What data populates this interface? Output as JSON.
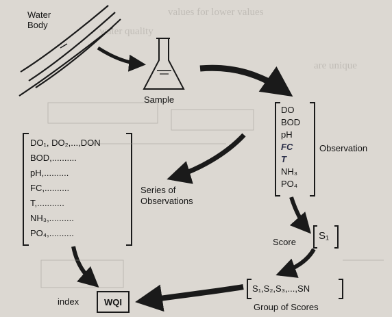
{
  "nodes": {
    "water_body": "Water\nBody",
    "sample": "Sample",
    "observation": "Observation",
    "series": "Series of\nObservations",
    "score": "Score",
    "group": "Group of Scores",
    "index": "index"
  },
  "observation_params": [
    "DO",
    "BOD",
    "pH",
    "FC",
    "T",
    "NH₃",
    "PO₄"
  ],
  "series_list": [
    "DO₁, DO₂,...,DON",
    "BOD,..........",
    "pH,..........",
    "FC,..........",
    "T,...........",
    "NH₃,..........",
    "PO₄,.........."
  ],
  "score_box": "S₁",
  "group_box": "S₁,S₂,S₃,...,SN",
  "wqi_box": "WQI",
  "background_text": [
    "values for lower values",
    "water quality",
    "are unique"
  ],
  "colors": {
    "ink": "#141414",
    "paper": "#dcd8d2",
    "ghost": "#8e8a84"
  }
}
